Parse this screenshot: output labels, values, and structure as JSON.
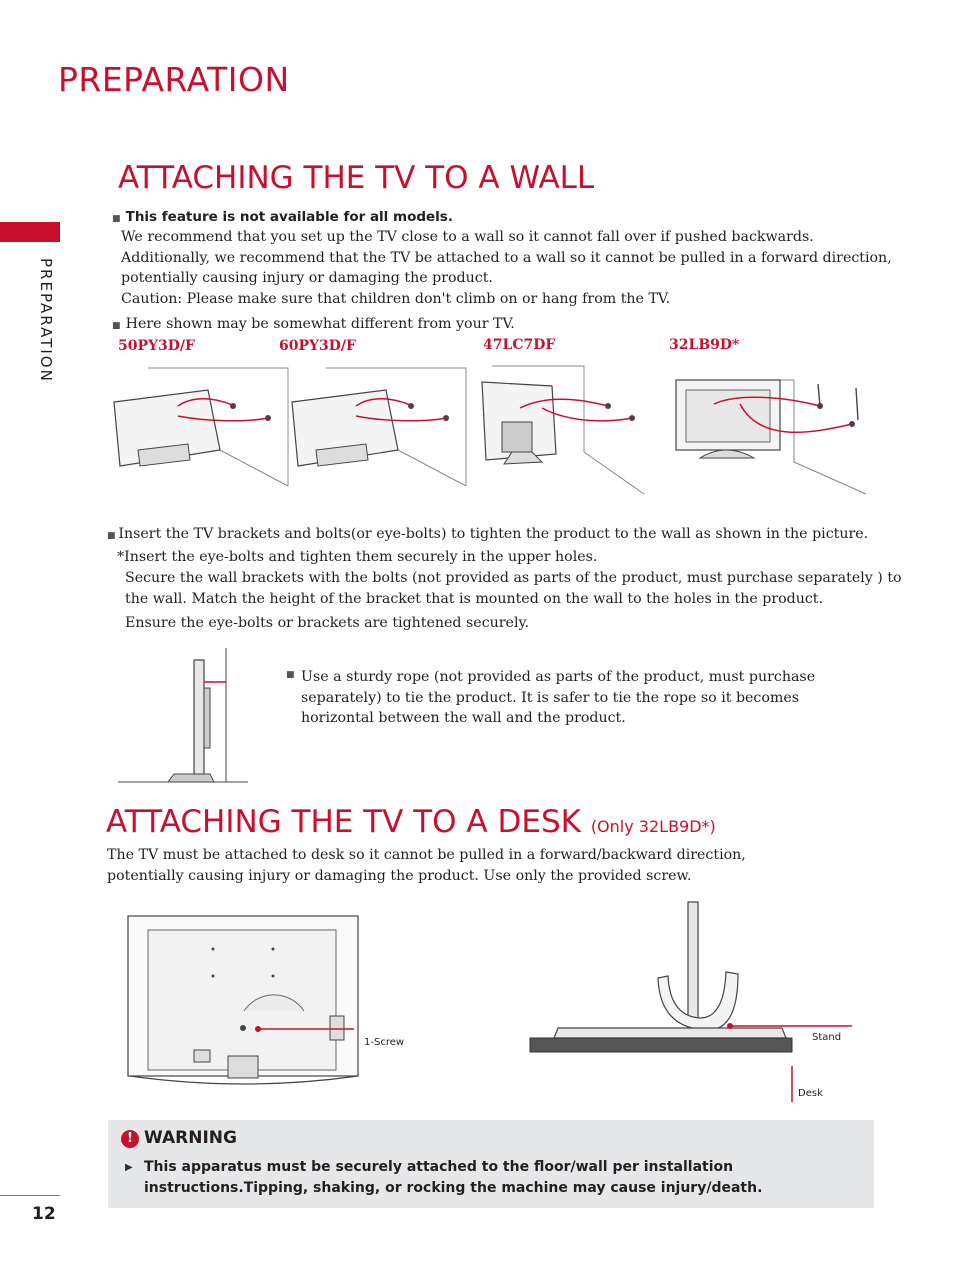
{
  "page": {
    "title": "PREPARATION",
    "side_label": "PREPARATION",
    "page_number": "12"
  },
  "wall": {
    "heading": "ATTACHING THE TV TO A WALL",
    "note_bold": "This feature is not available for all models.",
    "para1": [
      "We recommend that you set up the TV close to a wall so it cannot fall over if pushed backwards.",
      "Additionally, we recommend that the TV be attached to a wall so it cannot be pulled in a forward direction,",
      "potentially causing injury or damaging the product.",
      "Caution: Please make sure that children don't climb on or hang from the TV."
    ],
    "note2": "Here shown may be somewhat different from your TV.",
    "models": [
      "50PY3D/F",
      "60PY3D/F",
      "47LC7DF",
      "32LB9D*"
    ],
    "insert_lines": [
      "Insert the TV brackets and bolts(or eye-bolts) to tighten the product to the wall as shown in the picture.",
      "*Insert the eye-bolts and tighten them securely in the upper holes."
    ],
    "secure_lines": [
      "Secure the wall brackets with the bolts (not provided as parts of the product, must purchase separately ) to",
      "the wall. Match the height of the bracket that is mounted on the wall to the holes in the product."
    ],
    "ensure": "Ensure the eye-bolts or brackets are tightened securely.",
    "rope_lines": [
      "Use a sturdy rope (not provided as parts of the product, must purchase",
      "separately) to tie the product. It is safer to tie the rope so it becomes",
      "horizontal between the wall and the product."
    ]
  },
  "desk": {
    "heading": "ATTACHING THE TV TO A DESK",
    "heading_sub": "(Only 32LB9D*)",
    "para": [
      "The TV must be attached to desk so it cannot be pulled in a forward/backward direction,",
      "potentially causing injury or damaging the product. Use only the provided screw."
    ],
    "label_screw": "1-Screw",
    "label_stand": "Stand",
    "label_desk": "Desk"
  },
  "warning": {
    "title": "WARNING",
    "lines": [
      "This apparatus must be securely attached to the floor/wall per installation",
      "instructions.Tipping, shaking, or rocking the machine may cause injury/death."
    ]
  },
  "colors": {
    "accent": "#c8102e",
    "warn_bg": "#e6e7e8"
  }
}
